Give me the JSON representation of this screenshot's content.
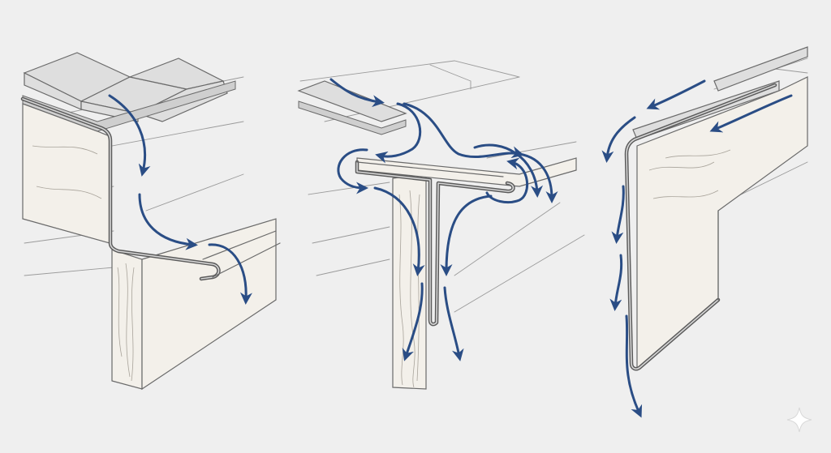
{
  "colors": {
    "background": "#efefef",
    "flow_arrow": "#2a4d85",
    "line": "#6a6a6a",
    "metal": "#5b5b5b"
  },
  "panels": [
    {
      "id": "panel-left",
      "depicts": "z-flashing"
    },
    {
      "id": "panel-center",
      "depicts": "t-flashing"
    },
    {
      "id": "panel-right",
      "depicts": "drip-edge-flashing"
    }
  ],
  "icons": {
    "corner_mark": "sparkle-icon"
  }
}
